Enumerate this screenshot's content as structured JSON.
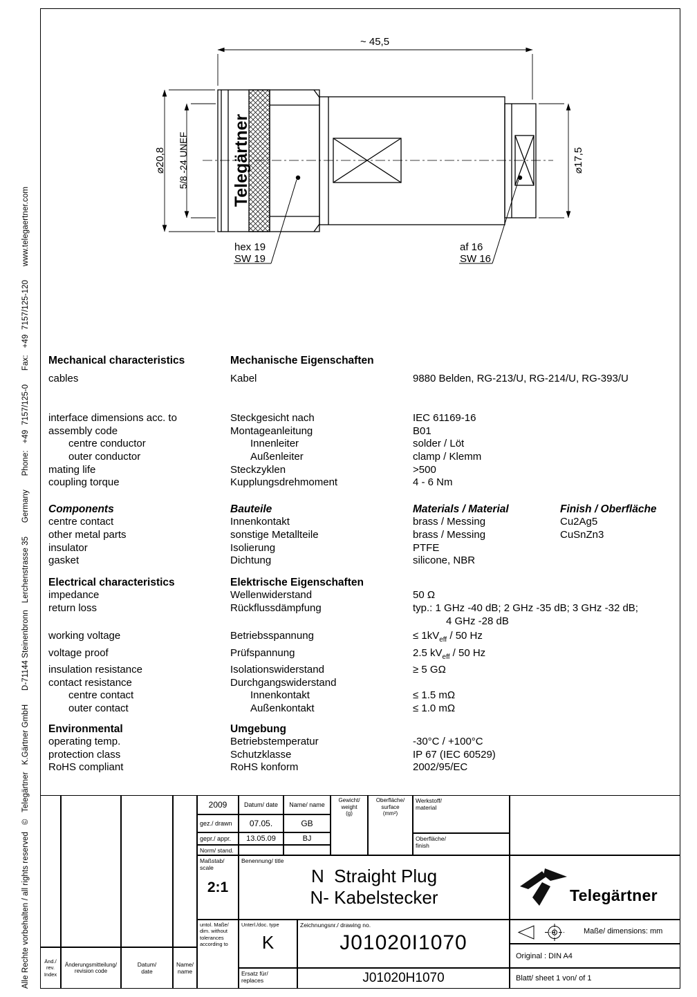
{
  "sidebar": {
    "imprint": "Alle Rechte vorbehalten / all rights reserved   ©   Telegärtner   K.Gärtner GmbH      D-71144 Steinenbronn   Lerchenstrasse 35      Germany      Phone:   +49  7157/125-0      Fax:   +49  7157/125-120      www.telegaertner.com"
  },
  "drawing": {
    "dim_overall_length": "~ 45,5",
    "dim_outer_diameter": "⌀20,8",
    "dim_thread": "5/8 -24 UNEF",
    "part_brand": "Telegärtner",
    "dim_rear_diameter": "⌀17,5",
    "hex_label_line1": "hex 19",
    "hex_label_line2": "SW 19",
    "af_label_line1": "af 16",
    "af_label_line2": "SW 16"
  },
  "specs": {
    "sections": [
      {
        "header": {
          "en": "Mechanical characteristics",
          "de": "Mechanische Eigenschaften"
        },
        "rows": [
          {
            "en": "cables",
            "de": "Kabel",
            "val": "9880 Belden, RG-213/U, RG-214/U, RG-393/U"
          },
          {
            "en": "interface dimensions acc. to",
            "de": "Steckgesicht nach",
            "val": "IEC 61169-16"
          },
          {
            "en": "assembly code",
            "de": "Montageanleitung",
            "val": "B01"
          },
          {
            "en": "centre conductor",
            "de": "Innenleiter",
            "val": "solder / Löt"
          },
          {
            "en": "outer conductor",
            "de": "Außenleiter",
            "val": "clamp / Klemm"
          },
          {
            "en": "mating life",
            "de": "Steckzyklen",
            "val": ">500"
          },
          {
            "en": "coupling torque",
            "de": "Kupplungsdrehmoment",
            "val": "4 - 6 Nm"
          }
        ]
      },
      {
        "header": {
          "en": "Components",
          "de": "Bauteile",
          "mat": "Materials / Material",
          "fin": "Finish  / Oberfläche"
        },
        "rows": [
          {
            "en": "centre contact",
            "de": "Innenkontakt",
            "mat": "brass / Messing",
            "fin": "Cu2Ag5"
          },
          {
            "en": "other metal parts",
            "de": "sonstige Metallteile",
            "mat": "brass / Messing",
            "fin": "CuSnZn3"
          },
          {
            "en": "insulator",
            "de": "Isolierung",
            "mat": "PTFE",
            "fin": ""
          },
          {
            "en": "gasket",
            "de": "Dichtung",
            "mat": "silicone, NBR",
            "fin": ""
          }
        ]
      },
      {
        "header": {
          "en": "Electrical characteristics",
          "de": "Elektrische Eigenschaften"
        },
        "rows": [
          {
            "en": "impedance",
            "de": "Wellenwiderstand",
            "val": "50 Ω"
          },
          {
            "en": "return loss",
            "de": "Rückflussdämpfung",
            "val": "typ.: 1 GHz -40 dB; 2 GHz -35 dB; 3 GHz -32 dB;"
          },
          {
            "en": "",
            "de": "",
            "val": "4 GHz -28 dB"
          },
          {
            "en": "working voltage",
            "de": "Betriebsspannung",
            "val1": "≤ 1kV",
            "sub": "eff",
            "val2": " /  50 Hz"
          },
          {
            "en": "voltage proof",
            "de": "Prüfspannung",
            "val1": "2.5 kV",
            "sub": "eff",
            "val2": " /  50 Hz"
          },
          {
            "en": "insulation resistance",
            "de": "Isolationswiderstand",
            "val": "≥ 5 GΩ"
          },
          {
            "en": "contact resistance",
            "de": "Durchgangswiderstand",
            "val": ""
          },
          {
            "en": "centre contact",
            "de": "Innenkontakt",
            "val": "≤ 1.5 mΩ"
          },
          {
            "en": "outer contact",
            "de": "Außenkontakt",
            "val": "≤ 1.0 mΩ"
          }
        ]
      },
      {
        "header": {
          "en": "Environmental",
          "de": "Umgebung"
        },
        "rows": [
          {
            "en": "operating temp.",
            "de": "Betriebstemperatur",
            "val": "-30°C / +100°C"
          },
          {
            "en": "protection class",
            "de": "Schutzklasse",
            "val": "IP 67  (IEC 60529)"
          },
          {
            "en": "RoHS compliant",
            "de": "RoHS konform",
            "val": "2002/95/EC"
          }
        ]
      }
    ]
  },
  "titleblock": {
    "year": "2009",
    "hdr_date": "Datum/ date",
    "hdr_name": "Name/ name",
    "hdr_weight": "Gewicht/\nweight\n(g)",
    "hdr_surface": "Oberfläche/\nsurface\n(mm²)",
    "lbl_material": "Werkstoff/\nmaterial",
    "lbl_finish": "Oberfläche/\nfinish",
    "row_drawn_label": "gez./ drawn",
    "row_drawn_date": "07.05.",
    "row_drawn_name": "GB",
    "row_appr_label": "gepr./ appr.",
    "row_appr_date": "13.05.09",
    "row_appr_name": "BJ",
    "row_norm_label": "Norm/ stand.",
    "lbl_scale": "Maßstab/\nscale",
    "scale_value": "2:1",
    "lbl_title": "Benennung/ title",
    "title_line1": "N  Straight Plug",
    "title_line2": "N- Kabelstecker",
    "untol_note": "untol. Maße/\ndim. without\ntolerances\naccording to",
    "lbl_doctype": "Unterl./doc. type",
    "doctype_value": "K",
    "lbl_drawing_no": "Zeichnungsnr./ drawing no.",
    "drawing_no": "J01020I1070",
    "lbl_replaces": "Ersatz für/\nreplaces",
    "replaces_value": "J01020H1070",
    "brand": "Telegärtner",
    "dimensions_note": "Maße/ dimensions: mm",
    "original_note": "Original : DIN A4",
    "sheet_note": "Blatt/ sheet 1 von/ of  1",
    "rev_index_label": "Änd./\nrev.\nIndex",
    "rev_code_label": "Änderungsmitteilung/\nrevision code",
    "rev_date_label": "Datum/\ndate",
    "rev_name_label": "Name/\nname"
  }
}
